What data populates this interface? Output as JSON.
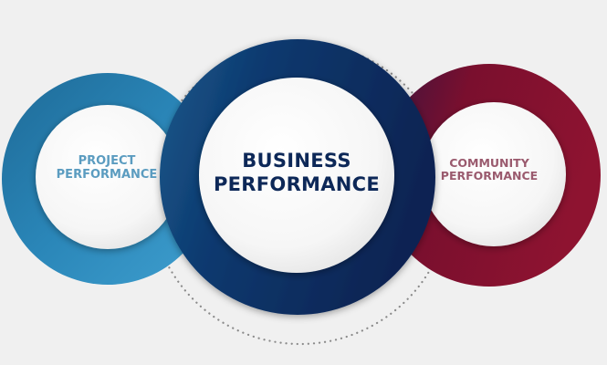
{
  "diagram": {
    "left_circle": {
      "line1": "PROJECT",
      "line2": "PERFORMANCE"
    },
    "center_circle": {
      "line1": "BUSINESS",
      "line2": "PERFORMANCE"
    },
    "right_circle": {
      "line1": "COMMUNITY",
      "line2": "PERFORMANCE"
    }
  },
  "colors": {
    "background": "#f0f0f0",
    "left_ring": "#2a7fb0",
    "center_ring": "#0d2858",
    "right_ring": "#7a0f2e",
    "left_text": "#5b9cc0",
    "center_text": "#0d2858",
    "right_text": "#9a5a6e",
    "dotted_orbit": "#888888"
  }
}
